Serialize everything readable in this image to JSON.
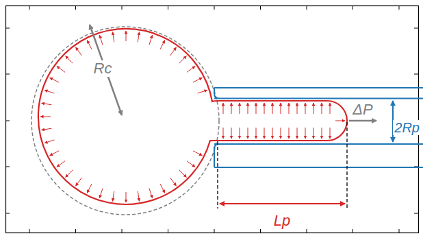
{
  "diagram": {
    "labels": [
      "Rc",
      "Lp",
      "ΔP",
      "2Rp"
    ]
  }
}
